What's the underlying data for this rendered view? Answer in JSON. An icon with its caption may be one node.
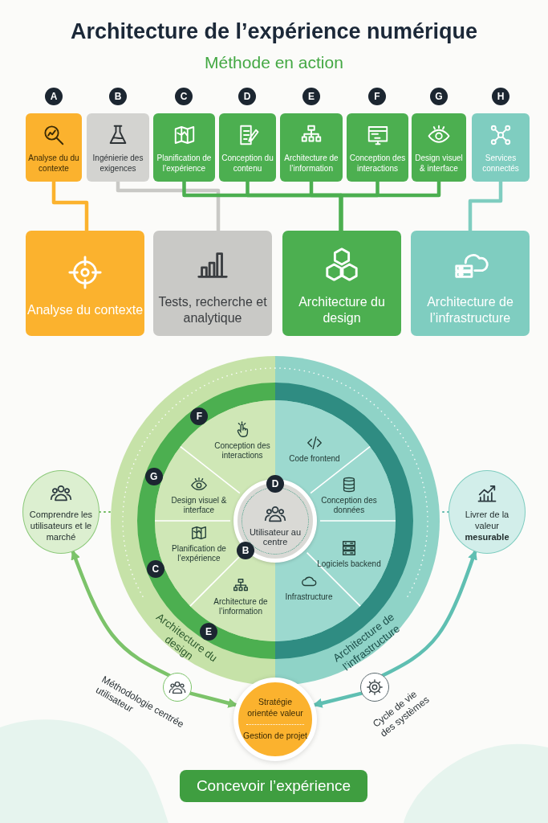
{
  "diagram": {
    "title": "Architecture de l’expérience numérique",
    "nodes": [
      {
        "text": [
          "Analyse du du contexte"
        ]
      },
      {
        "text": [
          "Ingénierie des exigences"
        ]
      },
      {
        "text": [
          "Planification de l’expérience"
        ]
      },
      {
        "text": [
          "Conception du contenu"
        ]
      },
      {
        "text": [
          "Architecture de l’information"
        ]
      },
      {
        "text": [
          "Conception des interactions"
        ]
      },
      {
        "text": [
          "Design visuel & interface"
        ]
      },
      {
        "text": [
          "Services connectés"
        ]
      },
      {
        "text": [
          "Analyse du contexte"
        ]
      },
      {
        "text": [
          "Tests, recherche et analytique"
        ]
      },
      {
        "text": [
          "Architecture du design"
        ]
      },
      {
        "text": [
          "Architecture de l’infrastructure"
        ]
      },
      {
        "text": [
          "Architecture du design"
        ]
      },
      {
        "text": [
          "Architecture de l’infrastructure"
        ]
      },
      {
        "text": [
          "Conception des interactions"
        ],
        "in": 12
      },
      {
        "text": [
          "Design visuel & interface"
        ],
        "in": 12
      },
      {
        "text": [
          "Planification de l’expérience"
        ],
        "in": 12
      },
      {
        "text": [
          "Architecture de l’information"
        ],
        "in": 12
      },
      {
        "text": [
          "Code frontend"
        ],
        "in": 13
      },
      {
        "text": [
          "Conception des données"
        ],
        "in": 13
      },
      {
        "text": [
          "Logiciels backend"
        ],
        "in": 13
      },
      {
        "text": [
          "Infrastructure"
        ],
        "in": 13
      },
      {
        "text": [
          "Utilisateur au centre"
        ]
      },
      {
        "text": [
          "Comprendre les utilisateurs et le marché"
        ]
      },
      {
        "text": [
          "Livrer de la valeur **mesurable**"
        ]
      },
      {
        "text": [],
        "shape": "circle",
        "beside": [
          "Méthodologie centrée utilisateur"
        ]
      },
      {
        "text": [],
        "shape": "circle",
        "beside": [
          "Cycle de vie des systèmes"
        ]
      },
      {
        "text": [
          "Stratégie orientée valeur",
          "Gestion de projet"
        ]
      },
      {
        "text": [
          "Concevoir l’expérience"
        ]
      }
    ],
    "edges": [
      {
        "from": 0,
        "to": 8,
        "arrow": "none",
        "color": "#fbb22e"
      },
      {
        "from": 1,
        "to": 9,
        "arrow": "none",
        "color": "#c9c9c6"
      },
      {
        "from": 2,
        "to": 10,
        "arrow": "none"
      },
      {
        "from": 3,
        "to": 10,
        "arrow": "none"
      },
      {
        "from": 4,
        "to": 10,
        "arrow": "none"
      },
      {
        "from": 5,
        "to": 10,
        "arrow": "none"
      },
      {
        "from": 6,
        "to": 10,
        "arrow": "none"
      },
      {
        "from": 7,
        "to": 11,
        "arrow": "none",
        "color": "#7fcdc0"
      },
      {
        "from": 23,
        "to": 12,
        "arrow": "none",
        "style": "dashed",
        "color": "#6cb85a"
      },
      {
        "from": 24,
        "to": 13,
        "arrow": "none",
        "style": "dashed",
        "color": "#5fb8ab"
      },
      {
        "from": 25,
        "to": 23,
        "arrow": "to",
        "color": "#7cc36a"
      },
      {
        "from": 25,
        "to": 27,
        "arrow": "to",
        "color": "#7cc36a"
      },
      {
        "from": 26,
        "to": 24,
        "arrow": "to",
        "color": "#5fbfb2"
      },
      {
        "from": 26,
        "to": 27,
        "arrow": "to",
        "color": "#5fbfb2"
      }
    ],
    "labels": [
      "Méthode en action",
      "A",
      "B",
      "C",
      "D",
      "E",
      "F",
      "G",
      "H",
      "F",
      "G",
      "D",
      "B",
      "C",
      "E"
    ]
  }
}
